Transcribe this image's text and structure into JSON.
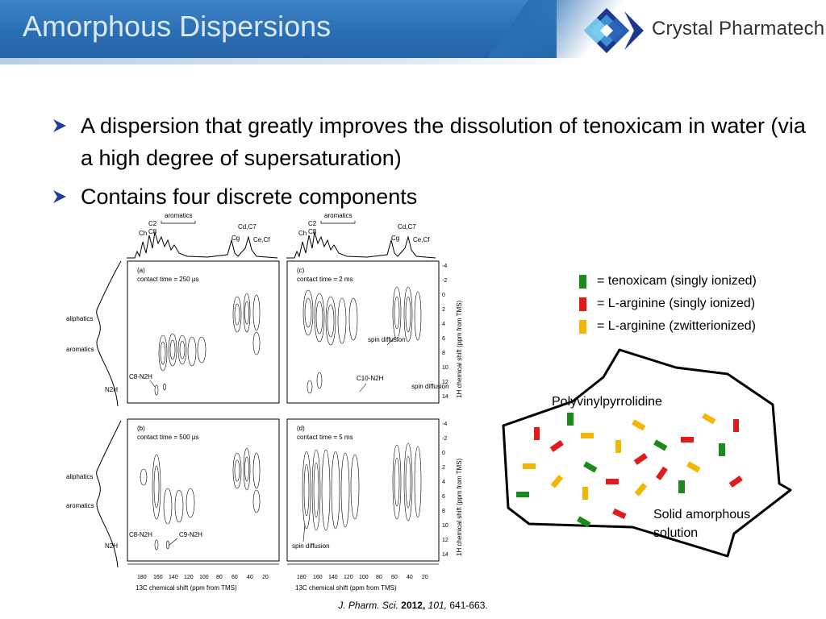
{
  "slide": {
    "title": "Amorphous Dispersions",
    "logo_text": "Crystal Pharmatech",
    "colors": {
      "title_bar": "#2a6fb4",
      "bullet_arrow": "#1f3d99",
      "tenoxicam": "#1a8a1a",
      "arginine_ionized": "#e01b1b",
      "arginine_zwitterion": "#f2b705"
    }
  },
  "bullets": [
    {
      "icon": "arrow-bullet-icon",
      "text": "A dispersion that greatly improves the dissolution of tenoxicam in water (via a high degree of supersaturation)"
    },
    {
      "icon": "arrow-bullet-icon",
      "text": "Contains four discrete components"
    }
  ],
  "figure": {
    "top_spectrum": {
      "peaks": [
        "Ch",
        "C2",
        "C8",
        "aromatics",
        "Cd,C7",
        "Cg",
        "Ce,Cf"
      ]
    },
    "left_projection": {
      "labels": [
        "aliphatics",
        "aromatics",
        "N2H"
      ]
    },
    "panels": [
      {
        "label": "(a)",
        "condition": "contact time = 250 μs",
        "annotations": [
          "C8-N2H"
        ]
      },
      {
        "label": "(c)",
        "condition": "contact time = 2 ms",
        "annotations": [
          "spin diffusion",
          "C10-N2H",
          "spin diffusion"
        ]
      },
      {
        "label": "(b)",
        "condition": "contact time = 500 μs",
        "annotations": [
          "C8-N2H",
          "C9-N2H"
        ]
      },
      {
        "label": "(d)",
        "condition": "contact time = 5 ms",
        "annotations": [
          "spin diffusion"
        ]
      }
    ],
    "x_ticks": [
      "180",
      "160",
      "140",
      "120",
      "100",
      "80",
      "60",
      "40",
      "20"
    ],
    "y_ticks": [
      "-4",
      "-2",
      "0",
      "2",
      "4",
      "6",
      "8",
      "10",
      "12",
      "14"
    ],
    "x_label": "13C chemical shift (ppm from TMS)",
    "y_label": "1H chemical shift (ppm from TMS)"
  },
  "legend": [
    {
      "color": "#1a8a1a",
      "label": "= tenoxicam (singly ionized)"
    },
    {
      "color": "#e01b1b",
      "label": "= L-arginine (singly ionized)"
    },
    {
      "color": "#f2b705",
      "label": "= L-arginine (zwitterionized)"
    }
  ],
  "solid_solution": {
    "polymer_label": "Polyvinylpyrrolidine",
    "solution_label_line1": "Solid amorphous",
    "solution_label_line2": "solution"
  },
  "citation": {
    "journal": "J. Pharm. Sci.",
    "year": "2012,",
    "volume": "101,",
    "pages": "641-663."
  }
}
